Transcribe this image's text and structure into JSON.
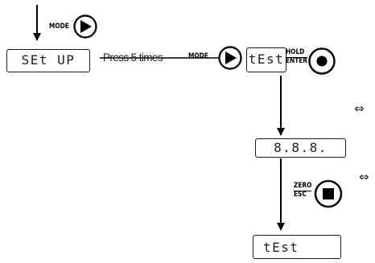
{
  "steps": {
    "setup_display": "SEt UP",
    "press_instruction": "Press 5 times",
    "test_display_1": "tEst",
    "segments_display": "8.8.8.",
    "test_display_2": "tEst"
  },
  "buttons": {
    "mode_label_top": "MODE",
    "mode_label_mid": "MODE",
    "hold_enter_top": "HOLD",
    "hold_enter_bottom": "ENTER",
    "zero_esc_top": "ZERO",
    "zero_esc_bottom": "ESC"
  },
  "symbols": {
    "equivalent_1": "⇔",
    "equivalent_2": "⇔"
  },
  "icons": {
    "mode_button": "play-triangle-icon",
    "hold_enter_button": "record-dot-icon",
    "zero_esc_button": "stop-square-icon"
  }
}
